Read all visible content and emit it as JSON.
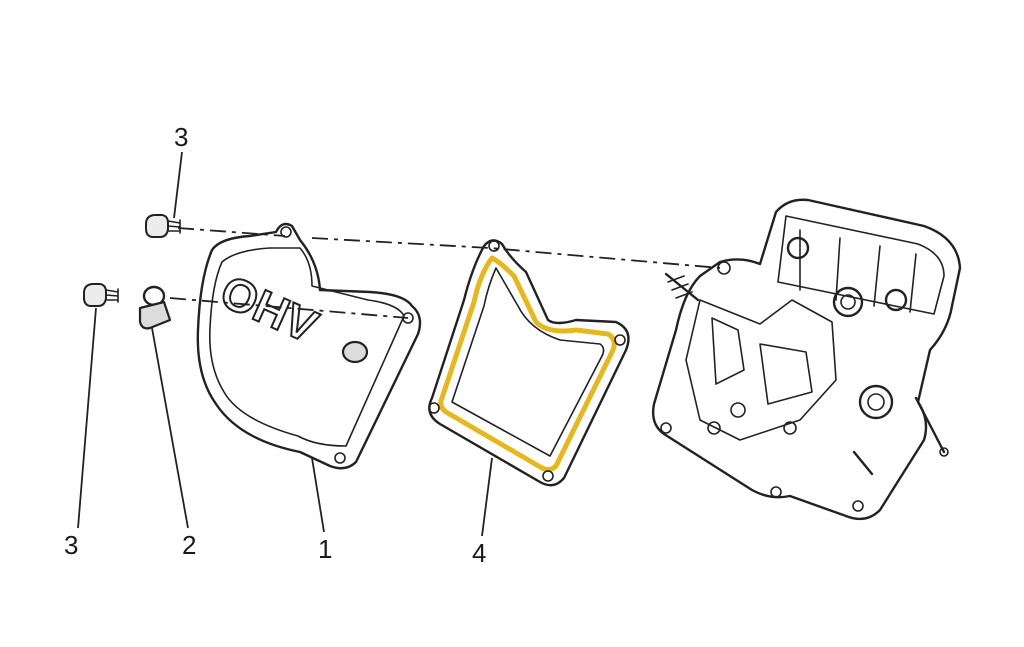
{
  "diagram": {
    "callouts": [
      {
        "id": "bolt-top",
        "label": "3"
      },
      {
        "id": "bolt-bottom",
        "label": "3"
      },
      {
        "id": "breather",
        "label": "2"
      },
      {
        "id": "valve-cover",
        "label": "1"
      },
      {
        "id": "gasket",
        "label": "4"
      }
    ],
    "cover_lettering": "OHV",
    "colors": {
      "ink": "#222222",
      "gasket_highlight": "#e6b820",
      "shading": "#dcdcdc"
    }
  }
}
